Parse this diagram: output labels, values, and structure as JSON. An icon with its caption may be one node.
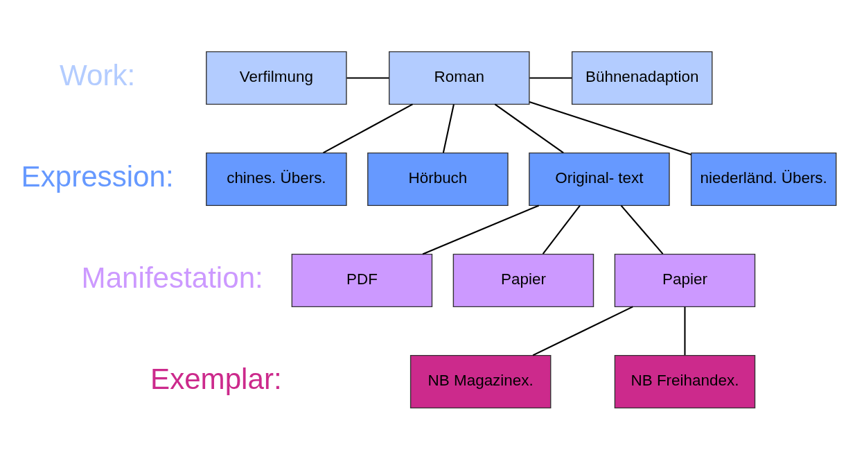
{
  "diagram": {
    "nodes": [
      {
        "text": [
          "Verfilmung"
        ]
      },
      {
        "text": [
          "Roman"
        ]
      },
      {
        "text": [
          "Bühnenadaption"
        ]
      },
      {
        "text": [
          "Original- text"
        ]
      },
      {
        "text": [
          "niederländ. Übers."
        ]
      },
      {
        "text": [
          "chines. Übers."
        ]
      },
      {
        "text": [
          "Hörbuch"
        ]
      },
      {
        "text": [
          "Papier"
        ]
      },
      {
        "text": [
          "Papier"
        ]
      },
      {
        "text": [
          "PDF"
        ]
      },
      {
        "text": [
          "NB Magazinex."
        ]
      },
      {
        "text": [
          "NB Freihandex."
        ]
      }
    ],
    "edges": [
      {
        "from": 0,
        "to": 1,
        "arrow": "none"
      },
      {
        "from": 1,
        "to": 2,
        "arrow": "none"
      },
      {
        "from": 1,
        "to": 3,
        "arrow": "none"
      },
      {
        "from": 1,
        "to": 4,
        "arrow": "none"
      },
      {
        "from": 1,
        "to": 5,
        "arrow": "none"
      },
      {
        "from": 1,
        "to": 6,
        "arrow": "none"
      },
      {
        "from": 3,
        "to": 7,
        "arrow": "none"
      },
      {
        "from": 3,
        "to": 8,
        "arrow": "none"
      },
      {
        "from": 3,
        "to": 9,
        "arrow": "none"
      },
      {
        "from": 8,
        "to": 10,
        "arrow": "none"
      },
      {
        "from": 8,
        "to": 11,
        "arrow": "none"
      }
    ],
    "labels": [
      "Work:",
      "Expression:",
      "Manifestation:",
      "Exemplar:"
    ]
  }
}
